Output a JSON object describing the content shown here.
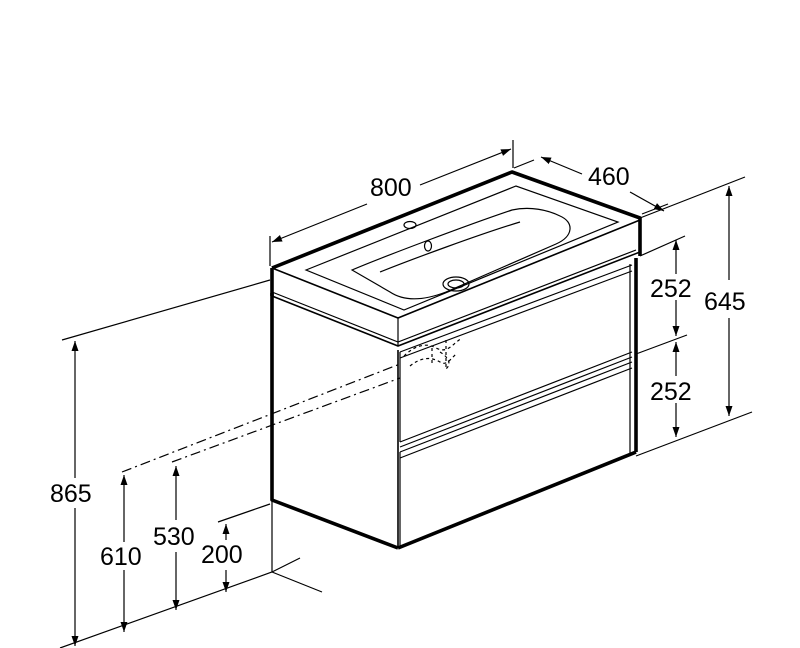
{
  "dimensions": {
    "width": "800",
    "depth": "460",
    "drawer_top": "252",
    "drawer_bottom": "252",
    "cabinet_height": "645",
    "total_height": "865",
    "waste_610": "610",
    "waste_530": "530",
    "waste_200": "200"
  }
}
